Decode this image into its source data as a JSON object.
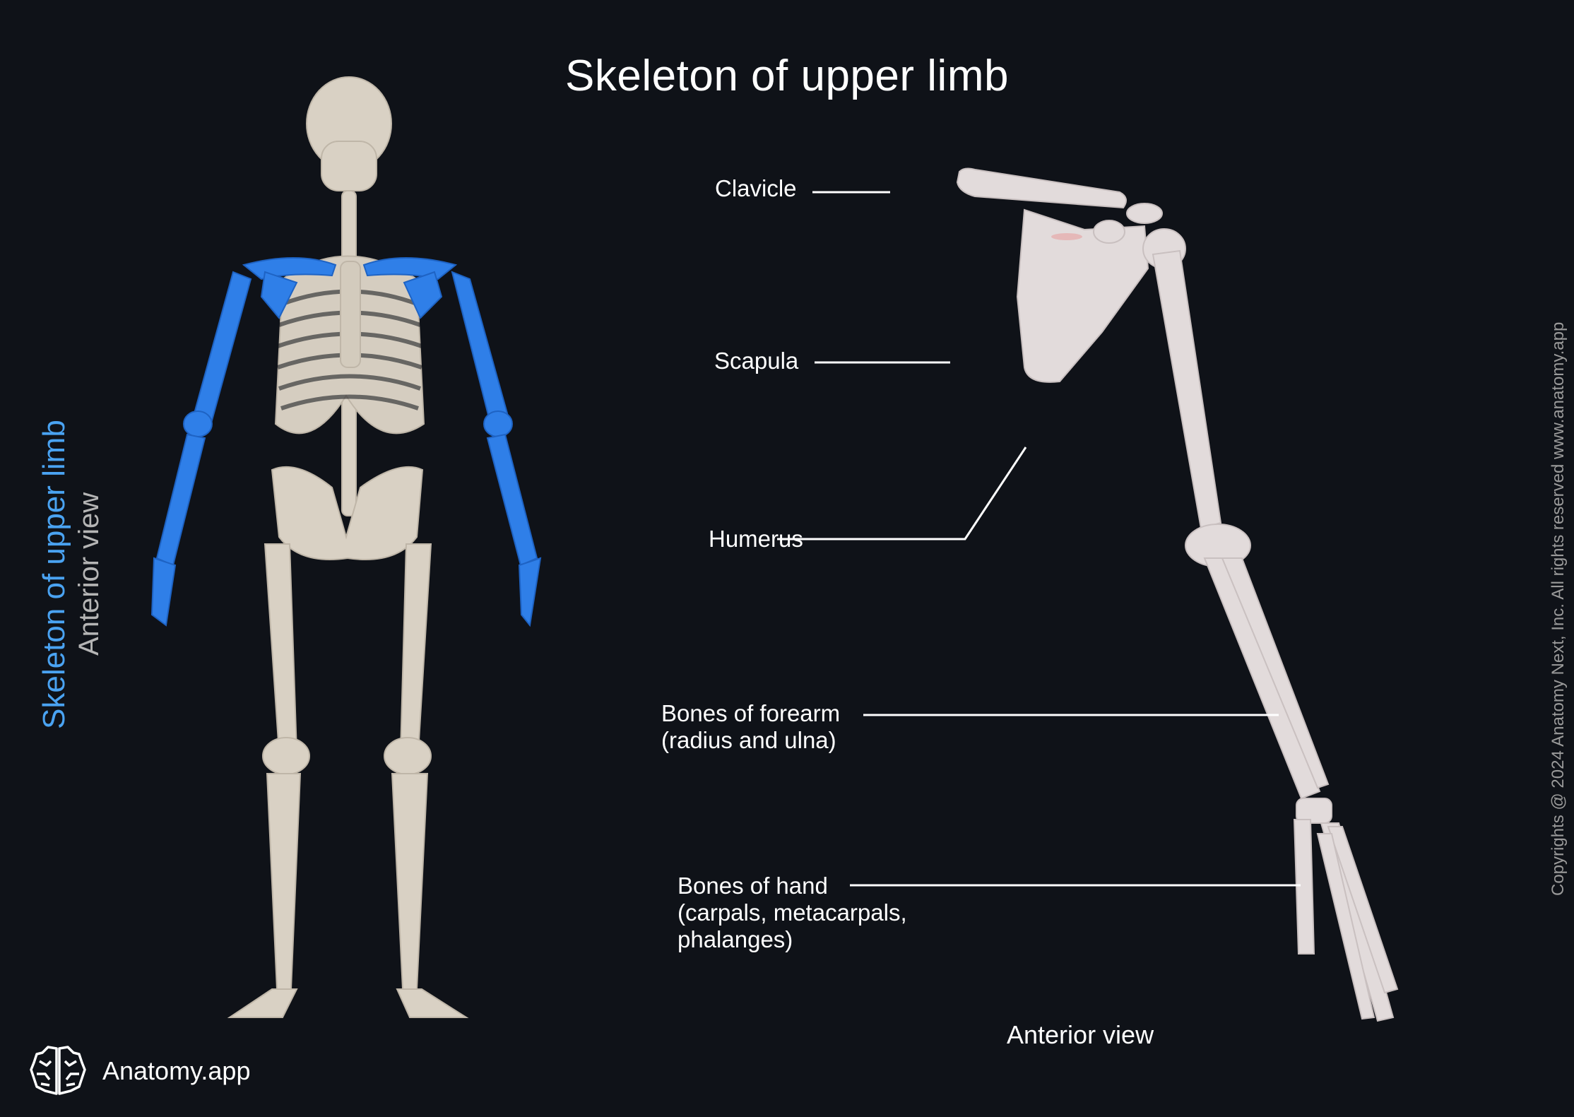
{
  "title": "Skeleton of upper limb",
  "side_caption": {
    "title": "Skeleton of upper limb",
    "subtitle": "Anterior view",
    "title_color": "#4aa3f2",
    "subtitle_color": "#b5b5b5"
  },
  "labels": [
    {
      "id": "clavicle",
      "lines": [
        "Clavicle"
      ]
    },
    {
      "id": "scapula",
      "lines": [
        "Scapula"
      ]
    },
    {
      "id": "humerus",
      "lines": [
        "Humerus"
      ]
    },
    {
      "id": "forearm",
      "lines": [
        "Bones of forearm",
        "(radius and ulna)"
      ]
    },
    {
      "id": "hand",
      "lines": [
        "Bones of hand",
        "(carpals, metacarpals,",
        "phalanges)"
      ]
    }
  ],
  "view_label": "Anterior view",
  "brand": {
    "name": "Anatomy.app",
    "icon": "brain-icon"
  },
  "copyright": "Copyrights @ 2024 Anatomy Next, Inc. All rights reserved www.anatomy.app",
  "colors": {
    "background": "#0f1218",
    "highlight": "#2f7fe8",
    "bone": "#dcd4c8",
    "bone_right": "#e2dcdc"
  }
}
